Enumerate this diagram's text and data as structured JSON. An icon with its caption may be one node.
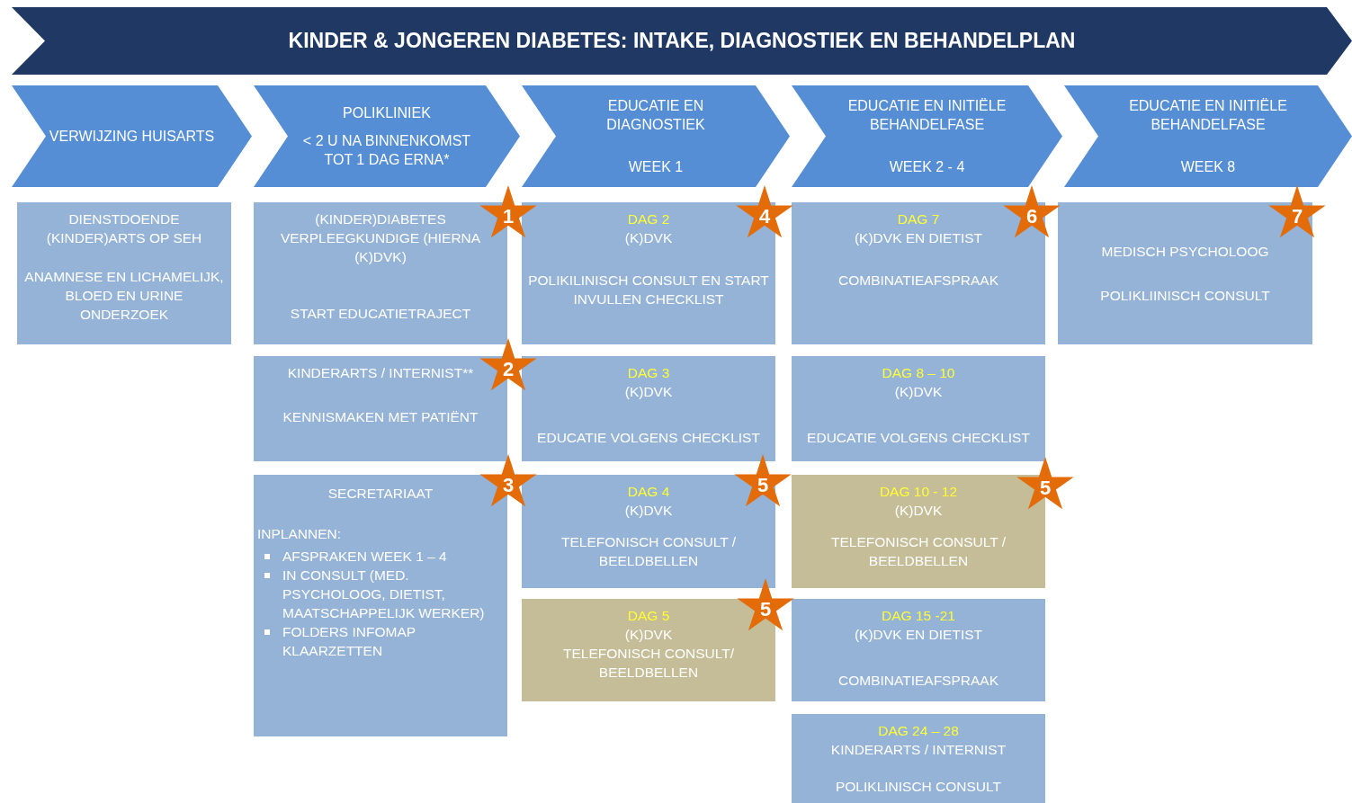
{
  "diagram": {
    "title": "KINDER & JONGEREN DIABETES: INTAKE, DIAGNOSTIEK EN BEHANDELPLAN",
    "nodes": [
      {
        "text": [
          "VERWIJZING HUISARTS"
        ]
      },
      {
        "text": [
          "POLIKLINIEK",
          "< 2 U NA BINNENKOMST TOT 1 DAG ERNA*"
        ]
      },
      {
        "text": [
          "EDUCATIE EN DIAGNOSTIEK",
          "WEEK 1"
        ]
      },
      {
        "text": [
          "EDUCATIE EN INITIËLE BEHANDELFASE",
          "WEEK 2 - 4"
        ]
      },
      {
        "text": [
          "EDUCATIE EN INITIËLE BEHANDELFASE",
          "WEEK 8"
        ]
      },
      {
        "text": [
          "DIENSTDOENDE (KINDER)ARTS OP SEH",
          "ANAMNESE EN LICHAMELIJK, BLOED EN URINE ONDERZOEK"
        ]
      },
      {
        "text": [
          "(KINDER)DIABETES VERPLEEGKUNDIGE (HIERNA (K)DVK)",
          "START EDUCATIETRAJECT"
        ]
      },
      {
        "text": [
          "DAG 2",
          "(K)DVK",
          "POLIKILINISCH CONSULT EN START INVULLEN CHECKLIST"
        ]
      },
      {
        "text": [
          "DAG 7",
          "(K)DVK EN DIETIST",
          "COMBINATIEAFSPRAAK"
        ]
      },
      {
        "text": [
          "MEDISCH PSYCHOLOOG",
          "POLIKLIINISCH CONSULT"
        ]
      },
      {
        "text": [
          "KINDERARTS / INTERNIST**",
          "KENNISMAKEN MET PATIËNT"
        ]
      },
      {
        "text": [
          "DAG 3",
          "(K)DVK",
          "EDUCATIE VOLGENS CHECKLIST"
        ]
      },
      {
        "text": [
          "DAG 8 – 10",
          "(K)DVK",
          "EDUCATIE VOLGENS CHECKLIST"
        ]
      },
      {
        "text": [
          "SECRETARIAAT",
          "INPLANNEN:",
          "AFSPRAKEN WEEK 1 – 4",
          "IN CONSULT (MED. PSYCHOLOOG, DIETIST, MAATSCHAPPELIJK WERKER)",
          "FOLDERS INFOMAP KLAARZETTEN"
        ]
      },
      {
        "text": [
          "DAG 4",
          "(K)DVK",
          "TELEFONISCH CONSULT / BEELDBELLEN"
        ]
      },
      {
        "text": [
          "DAG 10 - 12",
          "(K)DVK",
          "TELEFONISCH CONSULT / BEELDBELLEN"
        ]
      },
      {
        "text": [
          "DAG 5",
          "(K)DVK",
          "TELEFONISCH CONSULT/ BEELDBELLEN"
        ]
      },
      {
        "text": [
          "DAG 15 -21",
          "(K)DVK EN DIETIST",
          "COMBINATIEAFSPRAAK"
        ]
      },
      {
        "text": [
          "DAG 24 – 28",
          "KINDERARTS / INTERNIST",
          "POLIKLINISCH CONSULT"
        ]
      },
      {
        "text": [
          "1"
        ]
      },
      {
        "text": [
          "4"
        ]
      },
      {
        "text": [
          "6"
        ]
      },
      {
        "text": [
          "7"
        ]
      },
      {
        "text": [
          "2"
        ]
      },
      {
        "text": [
          "3"
        ]
      },
      {
        "text": [
          "5"
        ]
      },
      {
        "text": [
          "5"
        ]
      },
      {
        "text": [
          "5"
        ]
      }
    ]
  }
}
